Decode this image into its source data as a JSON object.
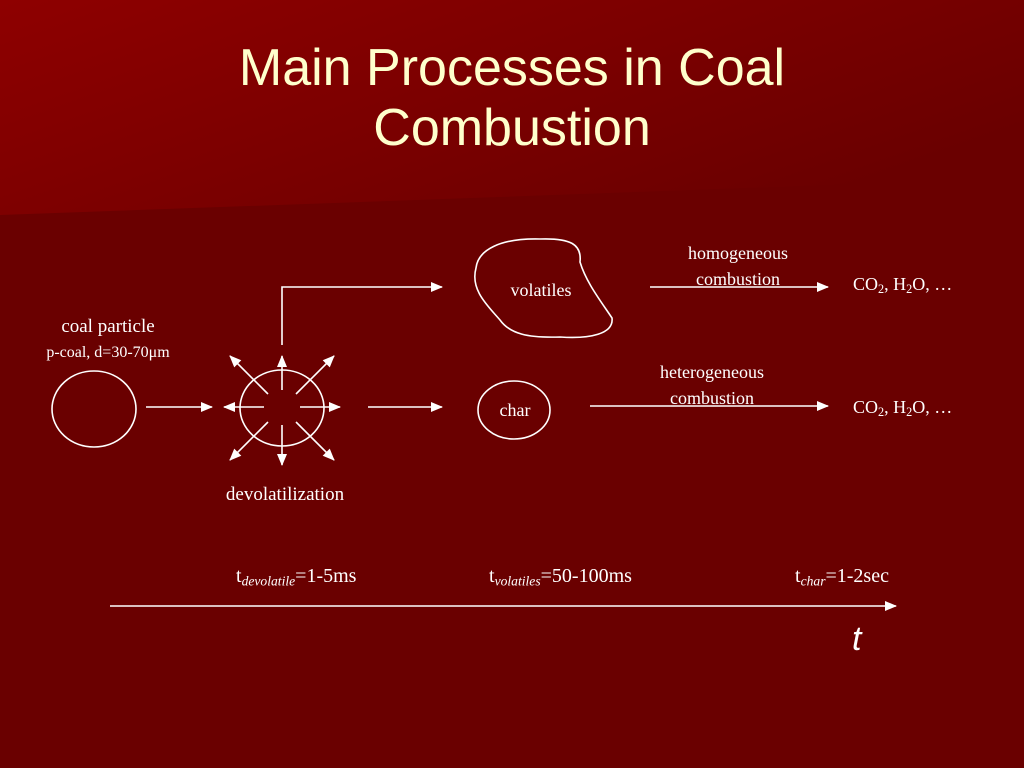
{
  "title": {
    "line1": "Main Processes in Coal",
    "line2": "Combustion"
  },
  "coal_particle": {
    "label": "coal particle",
    "spec": "p-coal, d=30-70μm"
  },
  "devolatilization": {
    "label": "devolatilization"
  },
  "volatiles": {
    "label": "volatiles"
  },
  "char": {
    "label": "char"
  },
  "homogeneous": {
    "line1": "homogeneous",
    "line2": "combustion"
  },
  "heterogeneous": {
    "line1": "heterogeneous",
    "line2": "combustion"
  },
  "products": {
    "co": "CO",
    "co_sub": "2",
    "sep": ", H",
    "h_sub": "2",
    "tail": "O, …"
  },
  "timeline": {
    "devolatile": {
      "t": "t",
      "sub": "devolatile",
      "value": "=1-5ms"
    },
    "volatiles": {
      "t": "t",
      "sub": "volatiles",
      "value": "=50-100ms"
    },
    "char": {
      "t": "t",
      "sub": "char",
      "value": "=1-2sec"
    },
    "axis_label": "t"
  },
  "colors": {
    "background": "#6a0000",
    "title": "#ffffcc",
    "ink": "#ffffff"
  }
}
